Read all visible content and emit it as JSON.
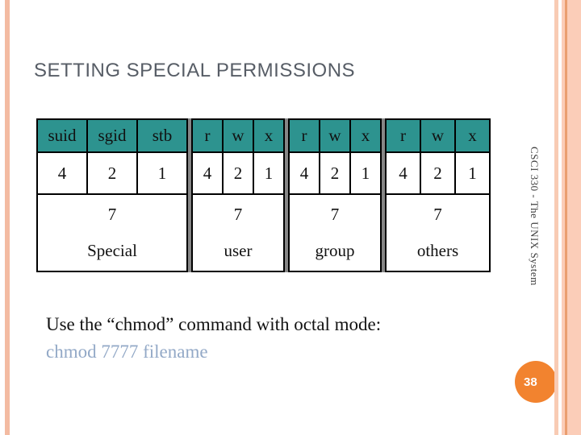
{
  "slide": {
    "title": "SETTING SPECIAL PERMISSIONS",
    "sidebar_text": "CSCI 330 - The UNIX System",
    "page_number": "38"
  },
  "table": {
    "groups": [
      {
        "headers": [
          "suid",
          "sgid",
          "stb"
        ],
        "values": [
          "4",
          "2",
          "1"
        ],
        "total": "7",
        "label": "Special"
      },
      {
        "headers": [
          "r",
          "w",
          "x"
        ],
        "values": [
          "4",
          "2",
          "1"
        ],
        "total": "7",
        "label": "user"
      },
      {
        "headers": [
          "r",
          "w",
          "x"
        ],
        "values": [
          "4",
          "2",
          "1"
        ],
        "total": "7",
        "label": "group"
      },
      {
        "headers": [
          "r",
          "w",
          "x"
        ],
        "values": [
          "4",
          "2",
          "1"
        ],
        "total": "7",
        "label": "others"
      }
    ]
  },
  "body": {
    "line1": "Use the “chmod” command with octal mode:",
    "line2": "chmod 7777 filename"
  },
  "colors": {
    "header_teal": "#2D938F",
    "accent_orange": "#F2832F",
    "stripe_salmon": "#F8CBB4",
    "stripe_salmon_dark": "#EA9E70",
    "code_blue": "#93A9C7",
    "title_grey": "#575D66"
  }
}
